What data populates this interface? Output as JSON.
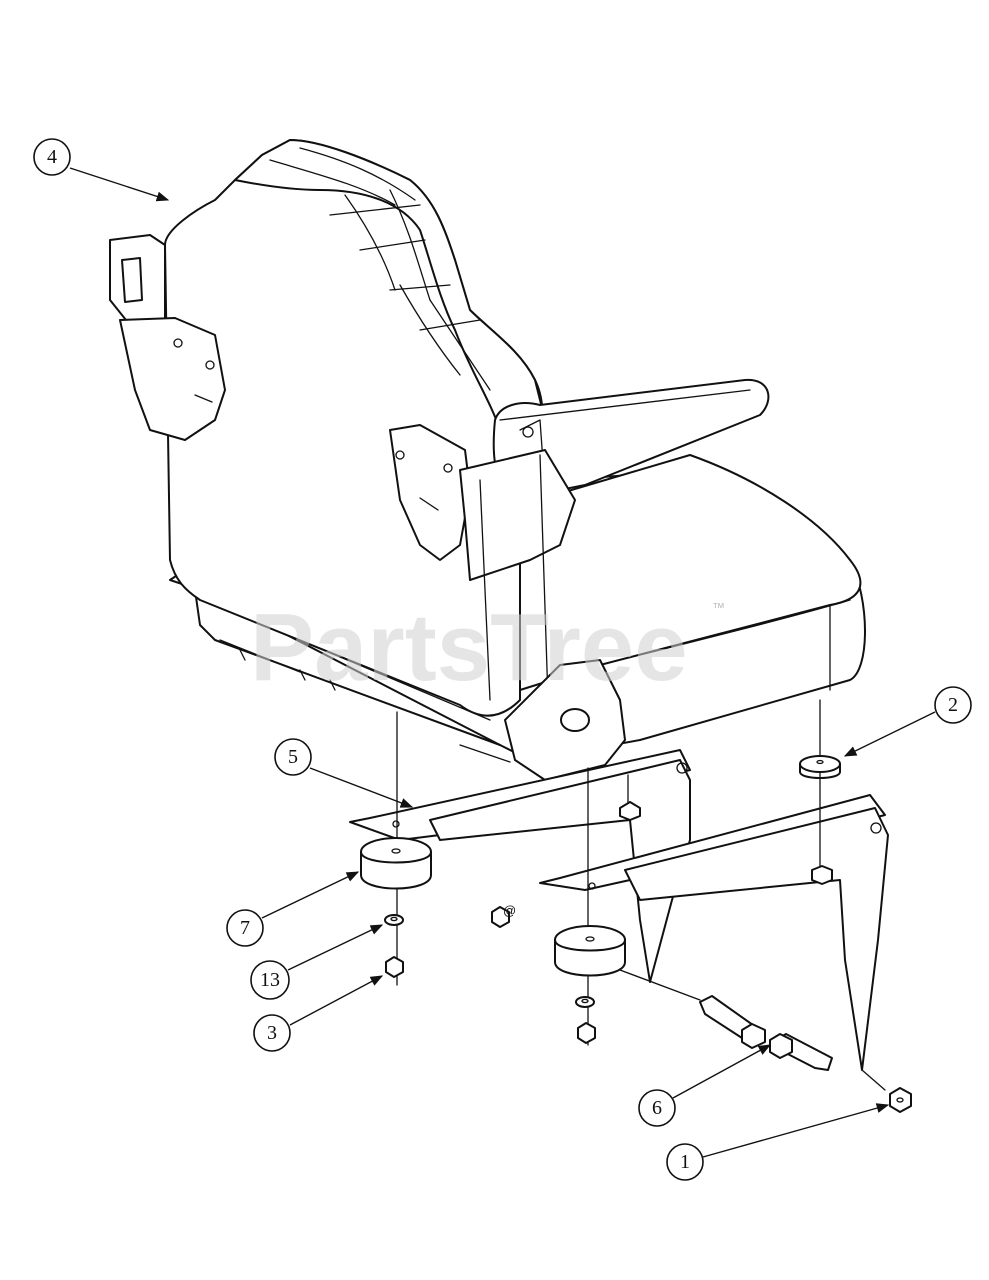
{
  "watermark": {
    "text": "PartsTree",
    "trademark": "™"
  },
  "callouts": [
    {
      "id": "c4",
      "label": "4"
    },
    {
      "id": "c5",
      "label": "5"
    },
    {
      "id": "c2",
      "label": "2"
    },
    {
      "id": "c7",
      "label": "7"
    },
    {
      "id": "c13",
      "label": "13"
    },
    {
      "id": "c3",
      "label": "3"
    },
    {
      "id": "c6",
      "label": "6"
    },
    {
      "id": "c1",
      "label": "1"
    }
  ]
}
